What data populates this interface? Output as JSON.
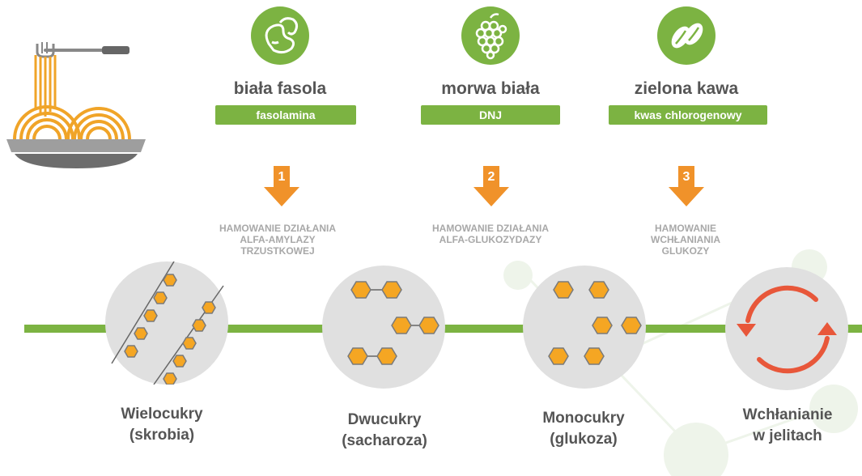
{
  "plants": [
    {
      "name": "biała fasola",
      "compound": "fasolamina",
      "icon": "bean-icon"
    },
    {
      "name": "morwa biała",
      "compound": "DNJ",
      "icon": "mulberry-icon"
    },
    {
      "name": "zielona kawa",
      "compound": "kwas chlorogenowy",
      "icon": "coffee-bean-icon"
    }
  ],
  "steps": [
    {
      "number": "1",
      "lines": [
        "HAMOWANIE DZIAŁANIA",
        "ALFA-AMYLAZY",
        "TRZUSTKOWEJ"
      ]
    },
    {
      "number": "2",
      "lines": [
        "HAMOWANIE DZIAŁANIA",
        "ALFA-GLUKOZYDAZY"
      ]
    },
    {
      "number": "3",
      "lines": [
        "HAMOWANIE",
        "WCHŁANIANIA",
        "GLUKOZY"
      ]
    }
  ],
  "stages": [
    {
      "line1": "Wielocukry",
      "line2": "(skrobia)"
    },
    {
      "line1": "Dwucukry",
      "line2": "(sacharoza)"
    },
    {
      "line1": "Monocukry",
      "line2": "(glukoza)"
    },
    {
      "line1": "Wchłanianie",
      "line2": "w jelitach"
    }
  ],
  "colors": {
    "green": "#7cb342",
    "orange": "#f0922a",
    "hexagon": "#f5a623",
    "red_arrow": "#e8573a",
    "gray_circle": "#e0e0e0",
    "text_dark": "#555555",
    "text_light": "#a8a8a8"
  }
}
